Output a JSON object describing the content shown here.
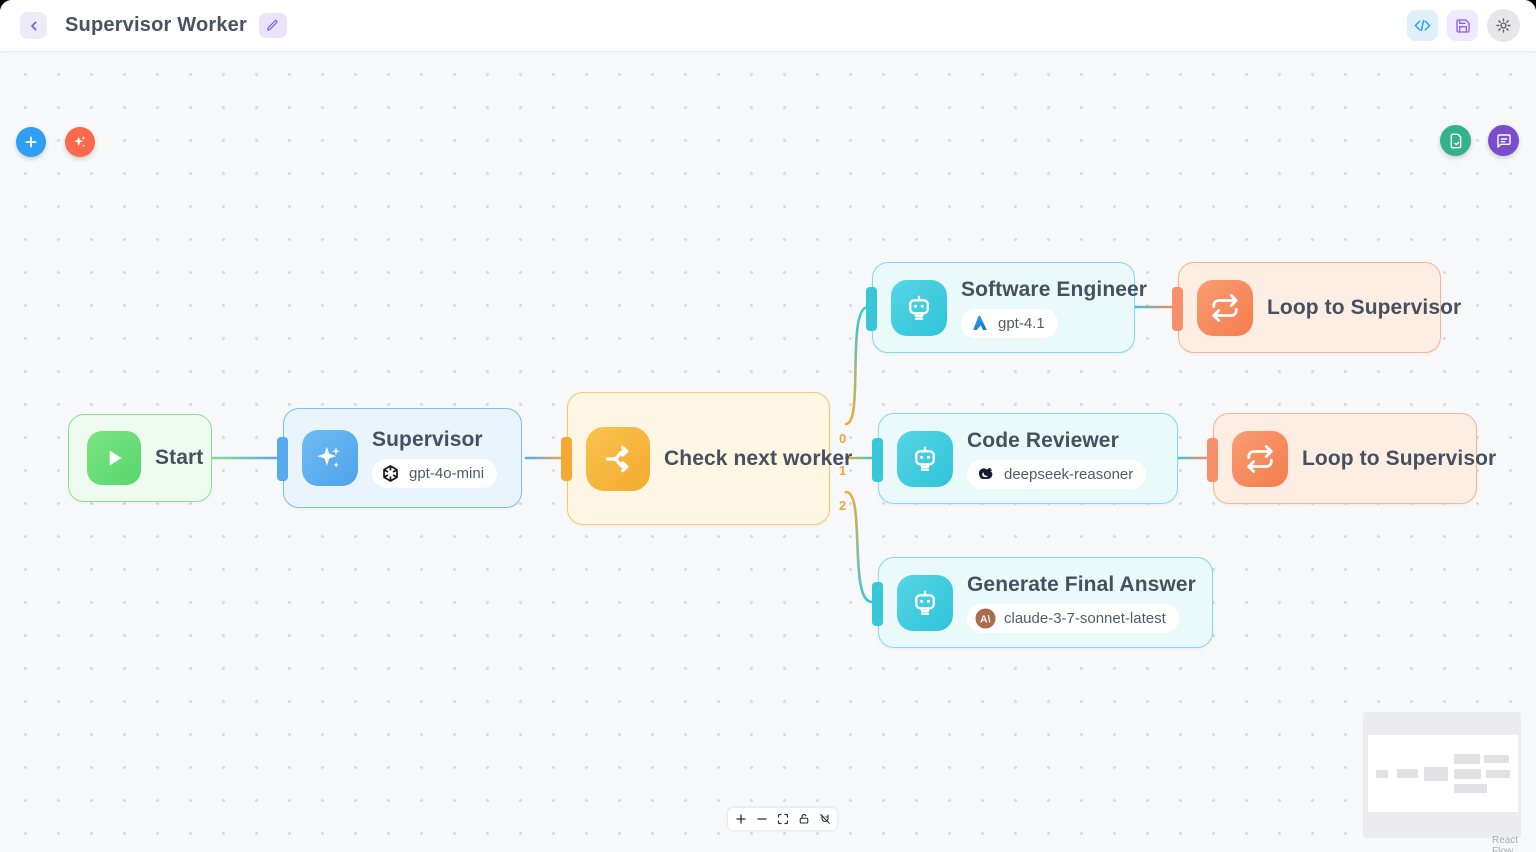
{
  "header": {
    "title": "Supervisor Worker",
    "back": {
      "icon": "chevron-left-icon"
    },
    "edit": {
      "icon": "pencil-icon"
    },
    "actions": [
      {
        "name": "code",
        "icon": "code-icon",
        "bg": "#dff0fd",
        "fg": "#339df0"
      },
      {
        "name": "save",
        "icon": "save-icon",
        "bg": "#f0e9fc",
        "fg": "#8a5cf6"
      },
      {
        "name": "settings",
        "icon": "gear-icon",
        "bg": "#e7e7e9",
        "fg": "#5b6470"
      }
    ]
  },
  "toolbar": {
    "left": [
      {
        "name": "add-node",
        "icon": "plus-icon",
        "color": "#2f9ef3"
      },
      {
        "name": "ai-assist",
        "icon": "sparkles-icon",
        "color": "#f9694e"
      }
    ],
    "right": [
      {
        "name": "run-report",
        "icon": "document-check-icon",
        "color": "#35b289"
      },
      {
        "name": "chat",
        "icon": "chat-icon",
        "color": "#7a4ecb"
      }
    ]
  },
  "nodes": [
    {
      "label": "Start",
      "icon": "play-icon",
      "theme": "green"
    },
    {
      "label": "Supervisor",
      "icon": "sparkles-icon",
      "theme": "blue",
      "provider": "openai",
      "model": "gpt-4o-mini"
    },
    {
      "label": "Check next worker",
      "icon": "branch-icon",
      "theme": "amber"
    },
    {
      "label": "Software Engineer",
      "icon": "robot-icon",
      "theme": "cyan",
      "provider": "azure",
      "model": "gpt-4.1"
    },
    {
      "label": "Loop to Supervisor",
      "icon": "repeat-icon",
      "theme": "orange"
    },
    {
      "label": "Code Reviewer",
      "icon": "robot-icon",
      "theme": "cyan",
      "provider": "deepseek",
      "model": "deepseek-reasoner"
    },
    {
      "label": "Loop to Supervisor",
      "icon": "repeat-icon",
      "theme": "orange"
    },
    {
      "label": "Generate Final Answer",
      "icon": "robot-icon",
      "theme": "cyan",
      "provider": "anthropic",
      "model": "claude-3-7-sonnet-latest"
    }
  ],
  "edges": [
    {
      "from": "Start",
      "to": "Supervisor"
    },
    {
      "from": "Supervisor",
      "to": "Check next worker"
    },
    {
      "from": "Check next worker",
      "to": "Software Engineer",
      "label": "0"
    },
    {
      "from": "Check next worker",
      "to": "Code Reviewer",
      "label": "1"
    },
    {
      "from": "Check next worker",
      "to": "Generate Final Answer",
      "label": "2"
    },
    {
      "from": "Software Engineer",
      "to": "Loop to Supervisor"
    },
    {
      "from": "Code Reviewer",
      "to": "Loop to Supervisor"
    }
  ],
  "controls": [
    {
      "name": "zoom-in",
      "icon": "plus-icon"
    },
    {
      "name": "zoom-out",
      "icon": "minus-icon"
    },
    {
      "name": "fit-view",
      "icon": "fit-view-icon"
    },
    {
      "name": "toggle-interactivity",
      "icon": "unlock-icon"
    },
    {
      "name": "snap-to-grid",
      "icon": "magnet-off-icon"
    }
  ],
  "minimap": {
    "attribution": "React Flow"
  },
  "colors": {
    "edge_green": "#7dde85",
    "edge_blue": "#58aaec",
    "edge_amber": "#f2a93d",
    "edge_cyan": "#35c7da",
    "edge_coral": "#f58a5f",
    "edge_label": "#f0a63c"
  }
}
